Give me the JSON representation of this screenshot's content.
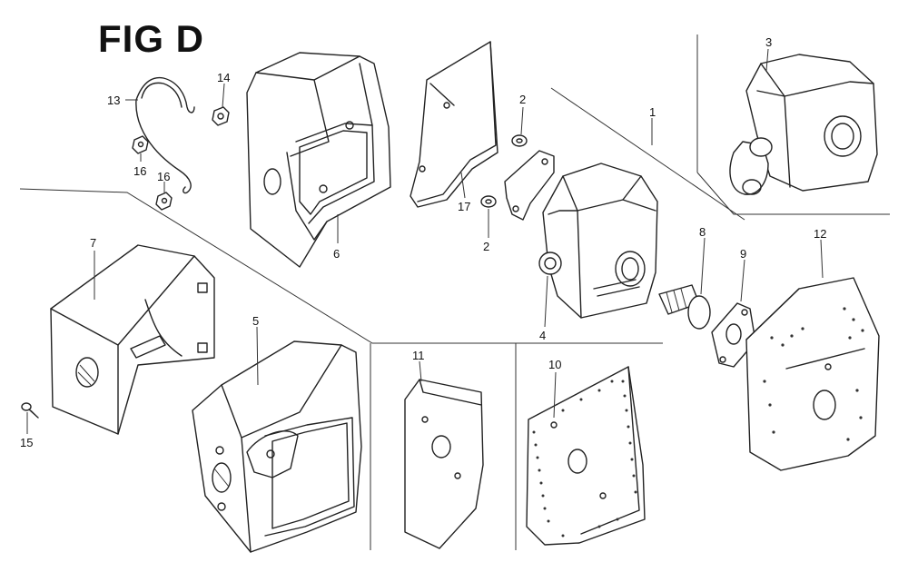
{
  "figure": {
    "title": "FIG D"
  },
  "parts": [
    {
      "id": "1",
      "label": "1"
    },
    {
      "id": "2a",
      "label": "2"
    },
    {
      "id": "2b",
      "label": "2"
    },
    {
      "id": "3",
      "label": "3"
    },
    {
      "id": "4",
      "label": "4"
    },
    {
      "id": "5",
      "label": "5"
    },
    {
      "id": "6",
      "label": "6"
    },
    {
      "id": "7",
      "label": "7"
    },
    {
      "id": "8",
      "label": "8"
    },
    {
      "id": "9",
      "label": "9"
    },
    {
      "id": "10",
      "label": "10"
    },
    {
      "id": "11",
      "label": "11"
    },
    {
      "id": "12",
      "label": "12"
    },
    {
      "id": "13",
      "label": "13"
    },
    {
      "id": "14",
      "label": "14"
    },
    {
      "id": "15",
      "label": "15"
    },
    {
      "id": "16a",
      "label": "16"
    },
    {
      "id": "16b",
      "label": "16"
    },
    {
      "id": "17",
      "label": "17"
    }
  ]
}
